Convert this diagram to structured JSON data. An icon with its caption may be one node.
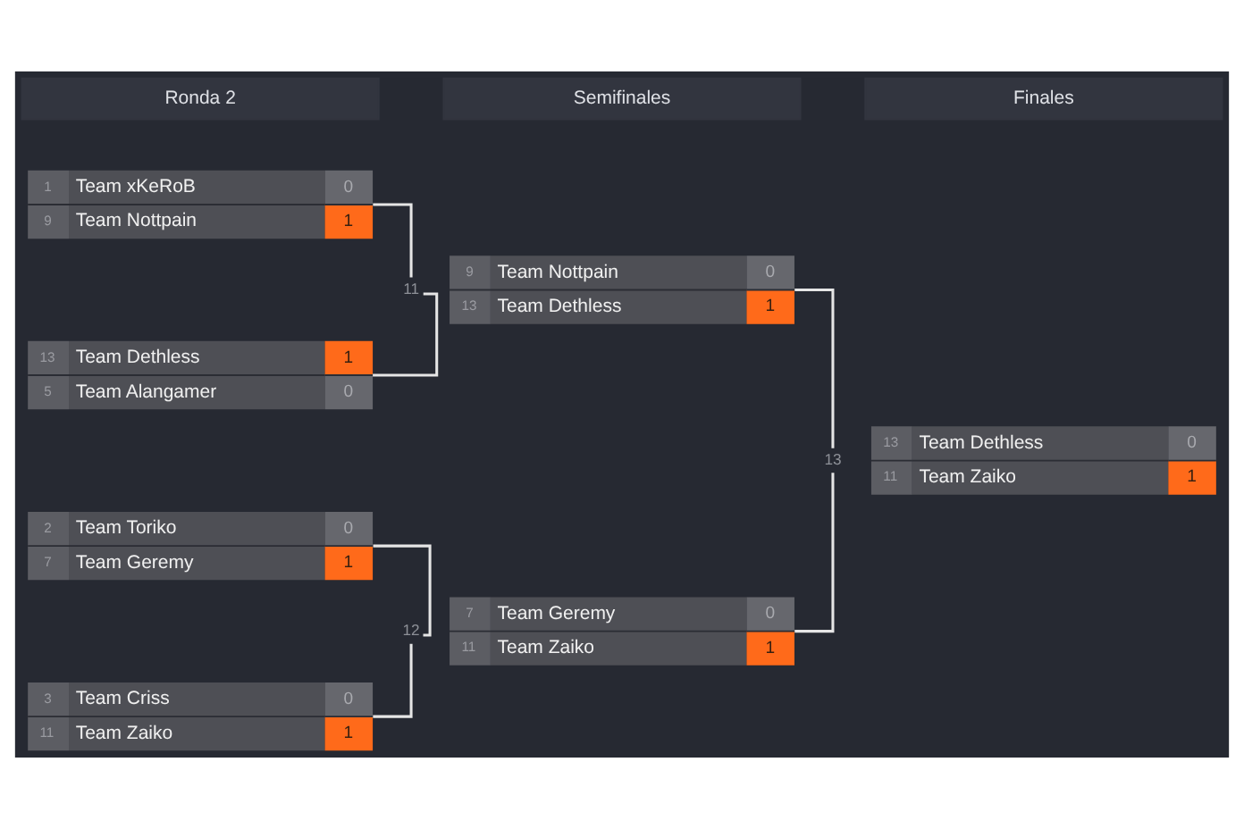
{
  "diagram": {
    "nodes": [
      {
        "text": [
          "Ronda 2"
        ]
      },
      {
        "text": [
          "Semifinales"
        ]
      },
      {
        "text": [
          "Finales"
        ]
      },
      {
        "text": [
          "1",
          "Team xKeRoB",
          "0",
          "9",
          "Team Nottpain",
          "1"
        ]
      },
      {
        "text": [
          "13",
          "Team Dethless",
          "1",
          "5",
          "Team Alangamer",
          "0"
        ]
      },
      {
        "text": [
          "2",
          "Team Toriko",
          "0",
          "7",
          "Team Geremy",
          "1"
        ]
      },
      {
        "text": [
          "3",
          "Team Criss",
          "0",
          "11",
          "Team Zaiko",
          "1"
        ]
      },
      {
        "text": [
          "11"
        ]
      },
      {
        "text": [
          "12"
        ]
      },
      {
        "text": [
          "9",
          "Team Nottpain",
          "0",
          "13",
          "Team Dethless",
          "1"
        ]
      },
      {
        "text": [
          "7",
          "Team Geremy",
          "0",
          "11",
          "Team Zaiko",
          "1"
        ]
      },
      {
        "text": [
          "13"
        ]
      },
      {
        "text": [
          "13",
          "Team Dethless",
          "0",
          "11",
          "Team Zaiko",
          "1"
        ]
      }
    ],
    "edges": [
      {
        "from": 3,
        "to": 7,
        "arrow": "none"
      },
      {
        "from": 4,
        "to": 7,
        "arrow": "none"
      },
      {
        "from": 5,
        "to": 8,
        "arrow": "none"
      },
      {
        "from": 6,
        "to": 8,
        "arrow": "none"
      },
      {
        "from": 9,
        "to": 11,
        "arrow": "none"
      },
      {
        "from": 10,
        "to": 11,
        "arrow": "none"
      }
    ]
  }
}
